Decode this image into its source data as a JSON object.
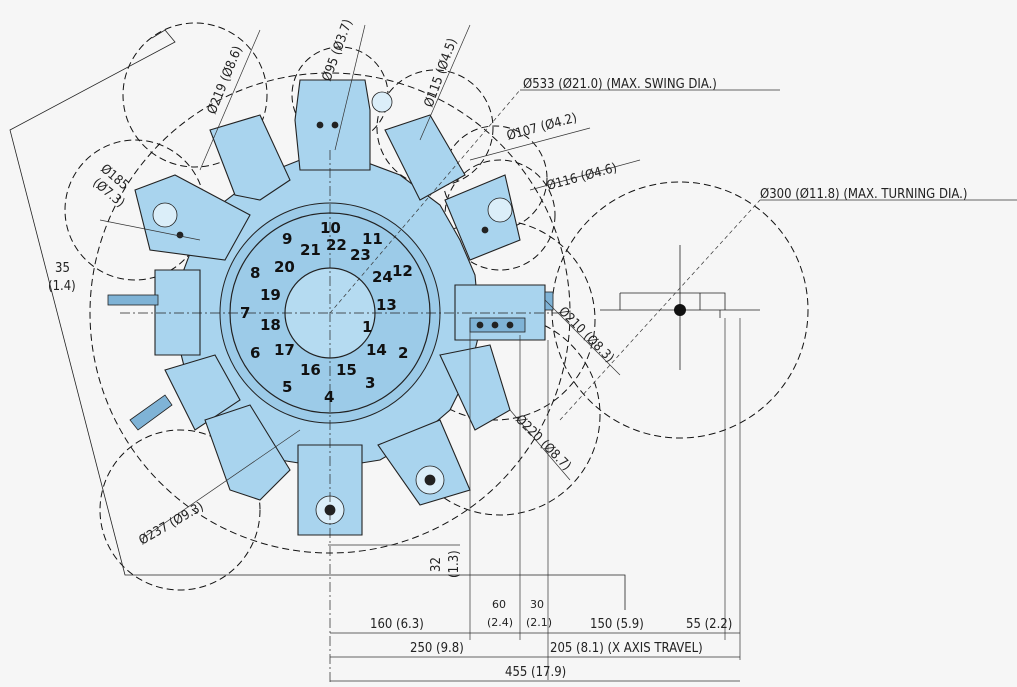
{
  "dimensions": {
    "swing": "Ø533 (Ø21.0) (MAX. SWING DIA.)",
    "turning": "Ø300 (Ø11.8) (MAX. TURNING DIA.)",
    "d107": "Ø107 (Ø4.2)",
    "d116": "Ø116 (Ø4.6)",
    "d95": "Ø95 (Ø3.7)",
    "d115": "Ø115 (Ø4.5)",
    "d219": "Ø219 (Ø8.6)",
    "d185a": "Ø185",
    "d185b": "(Ø7.3)",
    "d210": "Ø210 (Ø8.3)",
    "d220": "Ø220 (Ø8.7)",
    "d237": "Ø237 (Ø9.3)",
    "h35a": "35",
    "h35b": "(1.4)",
    "v32a": "32",
    "v32b": "(1.3)",
    "h160": "160 (6.3)",
    "h60a": "60",
    "h60b": "(2.4)",
    "h30a": "30",
    "h30b": "(2.1)",
    "h150": "150 (5.9)",
    "h55": "55 (2.2)",
    "h250": "250 (9.8)",
    "h205": "205 (8.1) (X AXIS TRAVEL)",
    "h455": "455 (17.9)"
  },
  "stations": [
    "1",
    "2",
    "3",
    "4",
    "5",
    "6",
    "7",
    "8",
    "9",
    "10",
    "11",
    "12"
  ],
  "inner_stations": [
    "13",
    "14",
    "15",
    "16",
    "17",
    "18",
    "19",
    "20",
    "21",
    "22",
    "23",
    "24"
  ],
  "colors": {
    "body": "#a9d4ee",
    "line": "#222222",
    "background": "#f6f6f6"
  }
}
